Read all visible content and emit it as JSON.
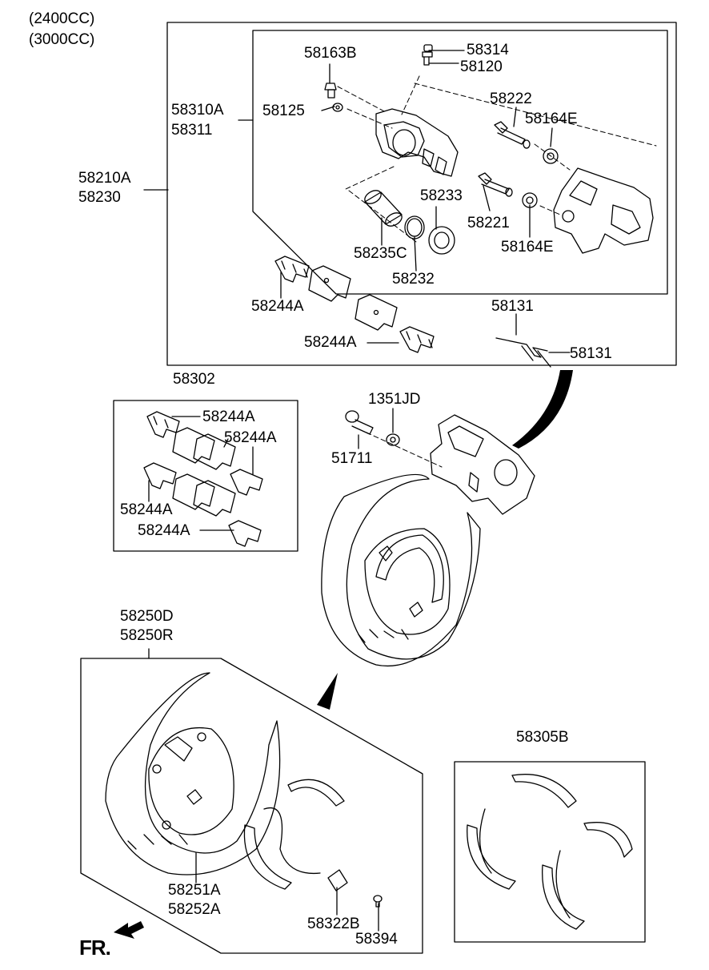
{
  "variants": [
    "(2400CC)",
    "(3000CC)"
  ],
  "labels": {
    "p58163B": "58163B",
    "p58314": "58314",
    "p58120": "58120",
    "p58310A": "58310A",
    "p58311": "58311",
    "p58125": "58125",
    "p58222": "58222",
    "p58164E_a": "58164E",
    "p58210A": "58210A",
    "p58230": "58230",
    "p58233": "58233",
    "p58221": "58221",
    "p58164E_b": "58164E",
    "p58235C": "58235C",
    "p58232": "58232",
    "p58244A_1": "58244A",
    "p58131_a": "58131",
    "p58244A_2": "58244A",
    "p58131_b": "58131",
    "p58302": "58302",
    "p1351JD": "1351JD",
    "p58244A_3": "58244A",
    "p58244A_4": "58244A",
    "p51711": "51711",
    "p58244A_5": "58244A",
    "p58244A_6": "58244A",
    "p58250D": "58250D",
    "p58250R": "58250R",
    "p58305B": "58305B",
    "p58251A": "58251A",
    "p58252A": "58252A",
    "p58322B": "58322B",
    "p58394": "58394"
  },
  "direction": "FR."
}
